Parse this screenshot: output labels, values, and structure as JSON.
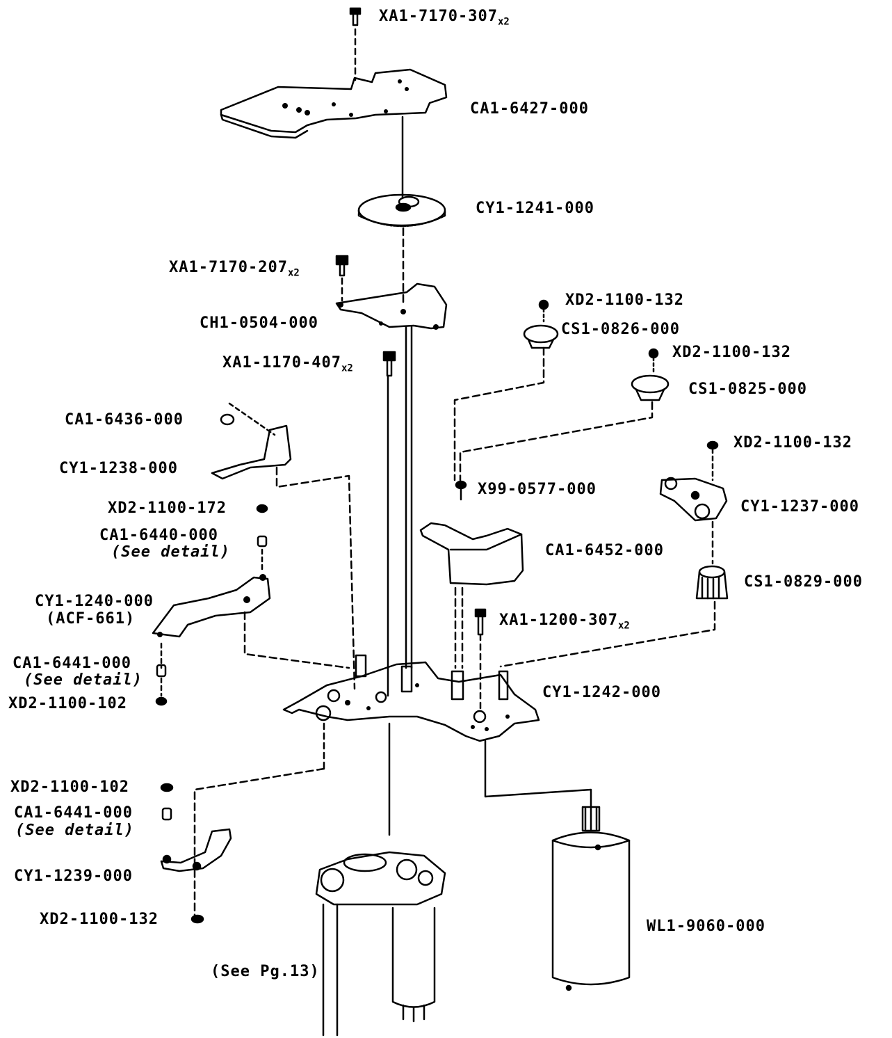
{
  "parts": {
    "xa1_7170_307": {
      "code": "XA1-7170-307",
      "qty": "x2"
    },
    "ca1_6427_000": "CA1-6427-000",
    "cy1_1241_000": "CY1-1241-000",
    "xa1_7170_207": {
      "code": "XA1-7170-207",
      "qty": "x2"
    },
    "ch1_0504_000": "CH1-0504-000",
    "xd2_1100_132_a": "XD2-1100-132",
    "cs1_0826_000": "CS1-0826-000",
    "xa1_1170_407": {
      "code": "XA1-1170-407",
      "qty": "x2"
    },
    "xd2_1100_132_b": "XD2-1100-132",
    "cs1_0825_000": "CS1-0825-000",
    "ca1_6436_000": "CA1-6436-000",
    "xd2_1100_132_c": "XD2-1100-132",
    "cy1_1238_000": "CY1-1238-000",
    "x99_0577_000": "X99-0577-000",
    "cy1_1237_000": "CY1-1237-000",
    "xd2_1100_172": "XD2-1100-172",
    "ca1_6440_000": {
      "code": "CA1-6440-000",
      "note": "(See detail)"
    },
    "ca1_6452_000": "CA1-6452-000",
    "cs1_0829_000": "CS1-0829-000",
    "cy1_1240_000": {
      "code": "CY1-1240-000",
      "note": "(ACF-661)"
    },
    "xa1_1200_307": {
      "code": "XA1-1200-307",
      "qty": "x2"
    },
    "ca1_6441_000_a": {
      "code": "CA1-6441-000",
      "note": "(See detail)"
    },
    "cy1_1242_000": "CY1-1242-000",
    "xd2_1100_102_a": "XD2-1100-102",
    "xd2_1100_102_b": "XD2-1100-102",
    "ca1_6441_000_b": {
      "code": "CA1-6441-000",
      "note": "(See detail)"
    },
    "cy1_1239_000": "CY1-1239-000",
    "xd2_1100_132_d": "XD2-1100-132",
    "wl1_9060_000": "WL1-9060-000",
    "see_pg13": "(See Pg.13)"
  },
  "colors": {
    "ink": "#000000",
    "paper": "#ffffff"
  }
}
